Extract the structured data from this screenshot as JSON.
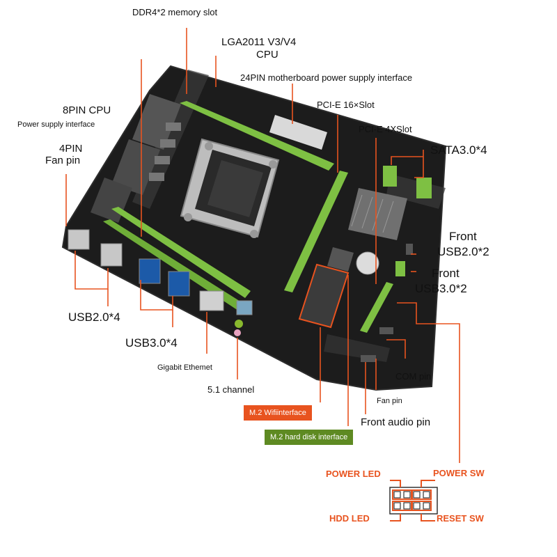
{
  "colors": {
    "leader": "#e8531f",
    "board": "#1b1b1b",
    "slot_green": "#7ec043",
    "tag_wifi": "#e8531f",
    "tag_disk": "#5e8a22"
  },
  "labels": {
    "ddr4": "DDR4*2 memory slot",
    "cpu_socket_1": "LGA2011 V3/V4",
    "cpu_socket_2": "CPU",
    "atx24": "24PIN motherboard power supply interface",
    "pcie16": "PCI-E 16×Slot",
    "cpu8pin_1": "8PIN CPU",
    "cpu8pin_2": "Power supply interface",
    "pcie4": "PCI-E 4XSlot",
    "fan4_1": "4PIN",
    "fan4_2": "Fan pin",
    "sata": "SATA3.0*4",
    "front_usb2_1": "Front",
    "front_usb2_2": "USB2.0*2",
    "front_usb3_1": "Front",
    "front_usb3_2": "USB3.0*2",
    "usb2": "USB2.0*4",
    "usb3": "USB3.0*4",
    "gigabit": "Gigabit Ethemet",
    "audio51": "5.1 channel",
    "com": "COM pin",
    "fanpin": "Fan pin",
    "m2wifi": "M.2 Wifiinterface",
    "m2disk": "M.2 hard disk interface",
    "front_audio": "Front audio pin",
    "power_led": "POWER LED",
    "power_sw": "POWER SW",
    "hdd_led": "HDD  LED",
    "reset_sw": "RESET SW"
  }
}
